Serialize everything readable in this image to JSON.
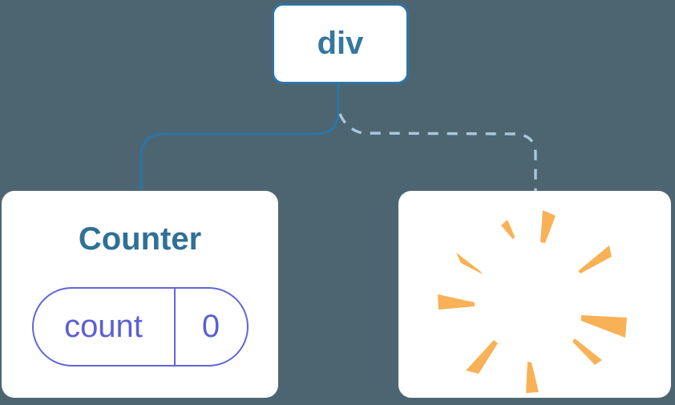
{
  "diagram": {
    "root_node": {
      "label": "div"
    },
    "counter_node": {
      "title": "Counter",
      "state_pill": {
        "key": "count",
        "value": "0"
      },
      "connection": "solid"
    },
    "removed_node": {
      "icon": "poof-icon",
      "connection": "dashed"
    }
  },
  "colors": {
    "background": "#4D6571",
    "card": "#FFFFFF",
    "node-border": "#2E74A4",
    "node-label": "#35779F",
    "counter-title": "#2F7096",
    "solid-line": "#2E74A4",
    "dashed-line": "#A9C7DC",
    "pill-border": "#6165D9",
    "pill-text": "#5C60D3",
    "burst": "#F8B156"
  }
}
